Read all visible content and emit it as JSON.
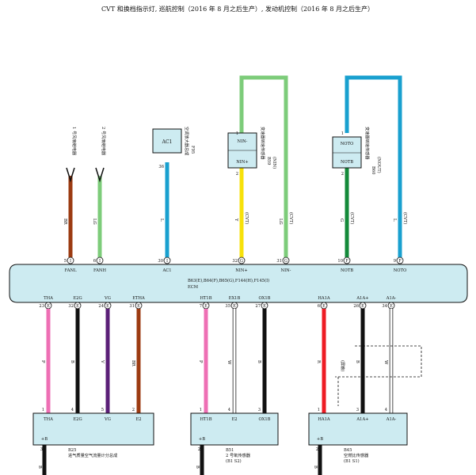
{
  "title": "CVT 和换档指示灯, 巡航控制（2016 年 8 月之后生产）, 发动机控制（2016 年 8 月之后生产）",
  "colors": {
    "BR": "#9c3b12",
    "LG": "#7dcc7a",
    "L": "#19a0cf",
    "Y": "#f7e10a",
    "G": "#148a3a",
    "P": "#ee6fb4",
    "B": "#111111",
    "V": "#5b2078",
    "W": "#ffffff",
    "R": "#ee1c24",
    "box": "#cdebf1"
  },
  "top_wires": [
    {
      "id": "fan1",
      "pin": "5",
      "name": "FANL",
      "code": "BR",
      "label": "BR",
      "sub": ""
    },
    {
      "id": "fan2",
      "pin": "6",
      "name": "FANH",
      "code": "LG",
      "label": "LG",
      "sub": ""
    },
    {
      "id": "ac1",
      "pin": "30",
      "name": "AC1",
      "code": "L",
      "label": "L",
      "sub": ""
    },
    {
      "id": "nin+",
      "pin": "32",
      "name": "NIN+",
      "code": "Y",
      "label": "Y",
      "sub": "(CVT)"
    },
    {
      "id": "nin-",
      "pin": "31",
      "name": "NIN-",
      "code": "LG",
      "label": "LG",
      "sub": "(CVT)"
    },
    {
      "id": "notb",
      "pin": "10",
      "name": "NOTB",
      "code": "G",
      "label": "G",
      "sub": "(CVT)"
    },
    {
      "id": "noto",
      "pin": "9",
      "name": "NOTO",
      "code": "L",
      "label": "L",
      "sub": "(CVT)"
    }
  ],
  "fans": [
    {
      "num": "1",
      "text": "号风扇继电器"
    },
    {
      "num": "2",
      "text": "号风扇继电器"
    }
  ],
  "ac_amp": {
    "label": "AC1",
    "pin": "36",
    "code": "F95",
    "name": "空调放大器总成"
  },
  "nin_sensor": {
    "upper": "NIN-",
    "lower": "NIN+",
    "pin_top": "1",
    "pin_bottom": "2",
    "code": "B59",
    "name": "变速器转速传感器",
    "sub": "(NIN)"
  },
  "not_sensor": {
    "upper": "NOTO",
    "lower": "NOTB",
    "pin_top": "1",
    "pin_bottom": "2",
    "code": "B60",
    "name": "变速器转速传感器",
    "sub": "(NOUT)"
  },
  "ecm": {
    "connectors": "B63(E),B64(F),B65(G),F144(H),F145(I)",
    "name": "ECM"
  },
  "bottom_wires": [
    {
      "id": "tha",
      "pin": "23",
      "name": "THA",
      "code": "P",
      "label": "P",
      "pin_dev": "1"
    },
    {
      "id": "e2g",
      "pin": "32",
      "name": "E2G",
      "code": "B",
      "label": "B",
      "pin_dev": "4"
    },
    {
      "id": "vg",
      "pin": "24",
      "name": "VG",
      "code": "V",
      "label": "V",
      "pin_dev": "5"
    },
    {
      "id": "etha",
      "pin": "31",
      "name": "ETHA",
      "code": "BR",
      "label": "BR",
      "pin_dev": "2"
    },
    {
      "id": "ht1b",
      "pin": "7",
      "name": "HT1B",
      "code": "P",
      "label": "P",
      "pin_dev": "1"
    },
    {
      "id": "ex1b",
      "pin": "35",
      "name": "EX1B",
      "code": "W",
      "label": "W",
      "pin_dev": "4"
    },
    {
      "id": "ox1b",
      "pin": "27",
      "name": "OX1B",
      "code": "B",
      "label": "B",
      "pin_dev": "3"
    },
    {
      "id": "ha1a",
      "pin": "6",
      "name": "HA1A",
      "code": "R",
      "label": "R",
      "pin_dev": "1"
    },
    {
      "id": "a1a+",
      "pin": "26",
      "name": "A1A+",
      "code": "B",
      "label": "B",
      "pin_dev": "3"
    },
    {
      "id": "a1a-",
      "pin": "34",
      "name": "A1A-",
      "code": "W",
      "label": "W",
      "pin_dev": "4"
    }
  ],
  "shield_label": "(屏蔽)",
  "devices": [
    {
      "id": "b25",
      "code": "B25",
      "name": "进气质量空气流量计分总成",
      "extra": "",
      "pins": [
        "THA",
        "E2G",
        "VG",
        "E2"
      ],
      "plus": "+B",
      "plus_pin": "3",
      "wire": "B"
    },
    {
      "id": "b51",
      "code": "B51",
      "name": "2 号氧传感器",
      "extra": "(B1 S2)",
      "pins": [
        "HT1B",
        "E2",
        "OX1B"
      ],
      "plus": "+B",
      "plus_pin": "2",
      "wire": "B"
    },
    {
      "id": "b45",
      "code": "B45",
      "name": "空燃比传感器",
      "extra": "(B1 S1)",
      "pins": [
        "HA1A",
        "A1A+",
        "A1A-"
      ],
      "plus": "+B",
      "plus_pin": "2",
      "wire": "B"
    }
  ]
}
